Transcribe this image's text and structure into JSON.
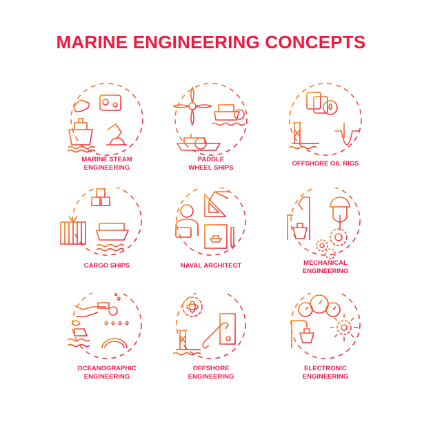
{
  "title": "MARINE ENGINEERING CONCEPTS",
  "colors": {
    "title": "#f0183f",
    "gradient_start": "#f7931e",
    "gradient_end": "#ee1a4a",
    "background": "#ffffff"
  },
  "concepts": [
    {
      "label_line1": "MARINE STEAM",
      "label_line2": "ENGINEERING",
      "icon": "steam-engine-ship-icon"
    },
    {
      "label_line1": "PADDLE",
      "label_line2": "WHEEL SHIPS",
      "icon": "paddle-wheel-ship-icon"
    },
    {
      "label_line1": "OFFSHORE OIL RIGS",
      "label_line2": "",
      "icon": "oil-rig-icon"
    },
    {
      "label_line1": "CARGO SHIPS",
      "label_line2": "",
      "icon": "cargo-ship-icon"
    },
    {
      "label_line1": "NAVAL ARCHITECT",
      "label_line2": "",
      "icon": "naval-architect-icon"
    },
    {
      "label_line1": "MECHANICAL",
      "label_line2": "ENGINEERING",
      "icon": "mechanical-gears-icon"
    },
    {
      "label_line1": "OCEANOGRAPHIC",
      "label_line2": "ENGINEERING",
      "icon": "diver-ocean-icon"
    },
    {
      "label_line1": "OFFSHORE",
      "label_line2": "ENGINEERING",
      "icon": "offshore-wrench-gear-icon"
    },
    {
      "label_line1": "ELECTRONIC",
      "label_line2": "ENGINEERING",
      "icon": "gauges-circuit-icon"
    }
  ]
}
